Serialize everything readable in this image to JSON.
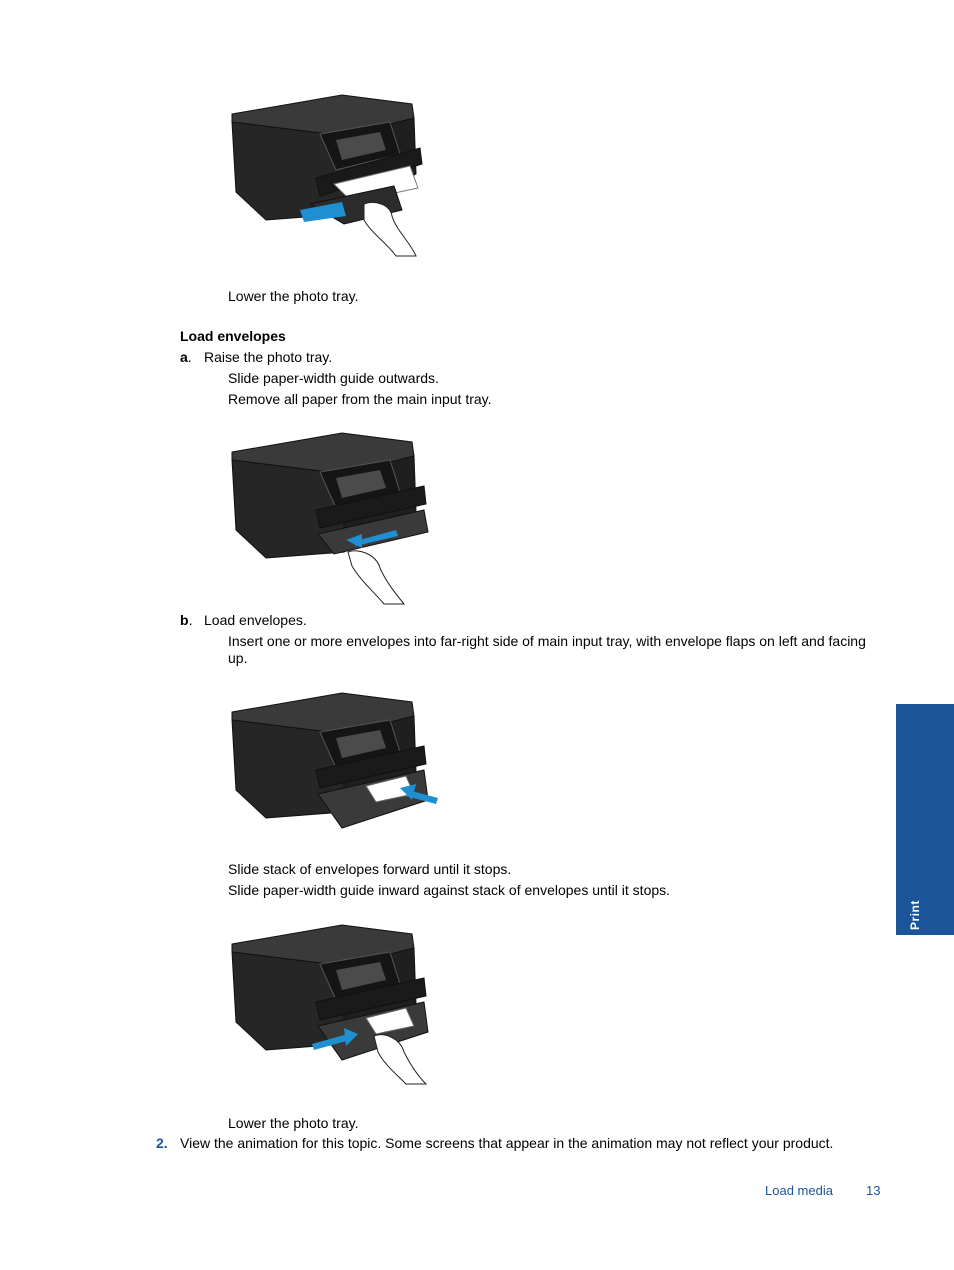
{
  "illustrations": {
    "fig1": {
      "alt": "printer-lower-photo-tray",
      "arrow": "right"
    },
    "fig2": {
      "alt": "printer-slide-guide-out",
      "arrow": "left"
    },
    "fig3": {
      "alt": "printer-insert-envelopes",
      "arrow": "left"
    },
    "fig4": {
      "alt": "printer-slide-guide-in",
      "arrow": "right"
    }
  },
  "content": {
    "lower_photo_tray_1": "Lower the photo tray.",
    "section_heading": "Load envelopes",
    "step_a_marker": "a",
    "step_a_marker_suffix": ".",
    "step_a_text": "Raise the photo tray.",
    "step_a_sub1": "Slide paper-width guide outwards.",
    "step_a_sub2": "Remove all paper from the main input tray.",
    "step_b_marker": "b",
    "step_b_marker_suffix": ".",
    "step_b_text": "Load envelopes.",
    "step_b_sub1": "Insert one or more envelopes into far-right side of main input tray, with envelope flaps on left and facing up.",
    "step_b_sub2": "Slide stack of envelopes forward until it stops.",
    "step_b_sub3": "Slide paper-width guide inward against stack of envelopes until it stops.",
    "lower_photo_tray_2": "Lower the photo tray.",
    "step_2_number": "2.",
    "step_2_text": "View the animation for this topic. Some screens that appear in the animation may not reflect your product."
  },
  "side_tab": {
    "label": "Print",
    "color": "#1b5499"
  },
  "footer": {
    "section": "Load media",
    "page_number": "13"
  },
  "colors": {
    "accent": "#1b5499",
    "arrow": "#1e8fd0",
    "printer": "#262626"
  }
}
